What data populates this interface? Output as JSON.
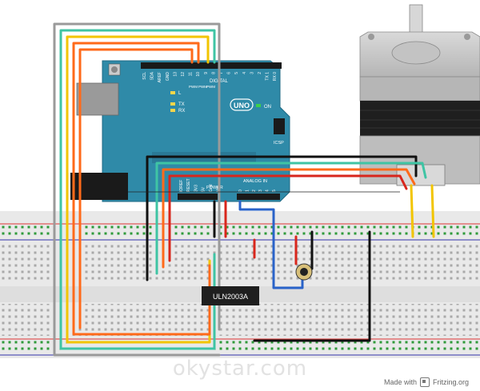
{
  "board": {
    "label": "UNO",
    "on_label": "ON",
    "digital_label": "DIGITAL",
    "pwm_labels": [
      "PWM",
      "PWM",
      "PWM"
    ],
    "digital_header": [
      "SCL",
      "SDA",
      "AREF",
      "GND",
      "13",
      "12",
      "11",
      "10",
      "9",
      "8",
      "7",
      "6",
      "5",
      "4",
      "3",
      "2",
      "TX 1",
      "RX 0"
    ],
    "l_label": "L",
    "tx_label": "TX",
    "rx_label": "RX",
    "icsp_label": "ICSP",
    "power_label": "POWER",
    "analog_label": "ANALOG IN",
    "power_pins": [
      "IOREF",
      "RESET",
      "3V3",
      "5V",
      "Gnd",
      "Vin"
    ],
    "analog_pins": [
      "0",
      "1",
      "2",
      "3",
      "4",
      "5"
    ]
  },
  "ic": {
    "label": "ULN2003A"
  },
  "watermark": "okystar.com",
  "credit": {
    "prefix": "Made with",
    "brand": "Fritzing.org"
  },
  "colors": {
    "arduino": "#2f8aa8",
    "wire_orange": "#ff6a1a",
    "wire_yellow": "#f2c500",
    "wire_green": "#3fc4a4",
    "wire_gray": "#9a9a9a",
    "wire_black": "#111111",
    "wire_red": "#d8261c",
    "wire_blue": "#2a63c9"
  }
}
